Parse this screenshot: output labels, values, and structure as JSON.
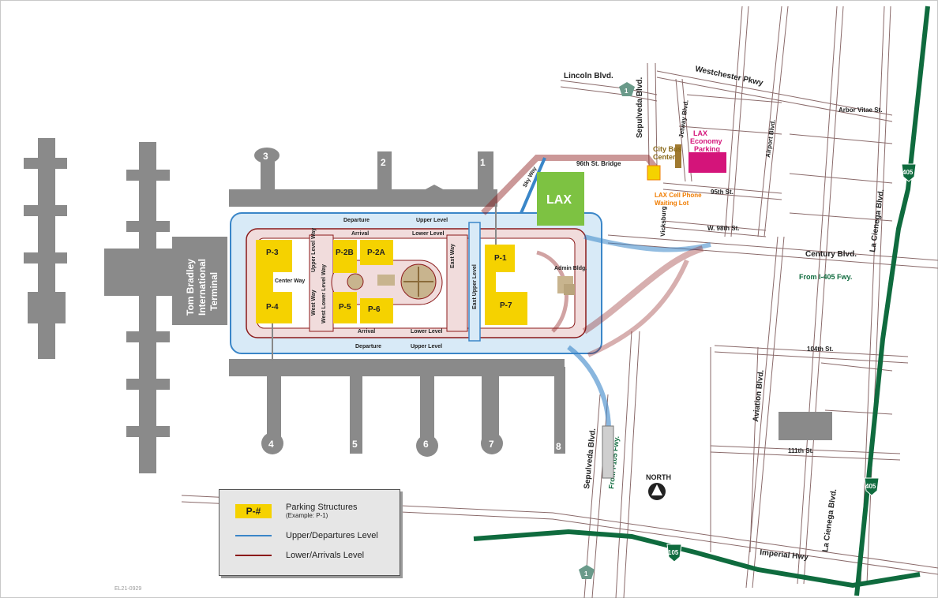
{
  "map": {
    "terminal": {
      "name": "Tom Bradley International Terminal"
    },
    "terminal_numbers": [
      "1",
      "2",
      "3",
      "4",
      "5",
      "6",
      "7",
      "8"
    ],
    "parking": [
      "P-1",
      "P-2A",
      "P-2B",
      "P-3",
      "P-4",
      "P-5",
      "P-6",
      "P-7"
    ],
    "internal_roads": {
      "departure_top": "Departure",
      "upper_level_top": "Upper Level",
      "arrival_top": "Arrival",
      "lower_level_top": "Lower Level",
      "arrival_bottom": "Arrival",
      "lower_level_bottom": "Lower Level",
      "departure_bottom": "Departure",
      "upper_level_bottom": "Upper Level",
      "center_way": "Center Way",
      "upper_level_way": "Upper Level Way",
      "west_lower_level_way": "West Lower Level Way",
      "west_way": "West Way",
      "east_way": "East Way",
      "east_upper_level": "East Upper Level",
      "sky_way": "Sky Way",
      "admin_bldg": "Admin Bldg."
    },
    "streets": {
      "lincoln": "Lincoln Blvd.",
      "sepulveda_top": "Sepulveda Blvd.",
      "westchester": "Westchester Pkwy",
      "arbor_vitae": "Arbor Vitae St.",
      "jetway": "Jetway Blvd.",
      "airport_blvd": "Airport Blvd.",
      "bridge_96": "96th St. Bridge",
      "st_95": "95th St.",
      "w98": "W. 98th St.",
      "vicksburg": "Vicksburg",
      "century": "Century Blvd.",
      "la_cienega_top": "La Cienega Blvd.",
      "st_104": "104th St.",
      "aviation": "Aviation Blvd.",
      "st_111": "111th St.",
      "la_cienega_bottom": "La Cienega Blvd.",
      "imperial": "Imperial Hwy",
      "sepulveda_bottom": "Sepulveda Blvd."
    },
    "places": {
      "city_bus": "City Bus Center",
      "economy": "LAX Economy Parking",
      "cell_lot": "LAX Cell Phone Waiting Lot",
      "lax_logo": "LAX"
    },
    "directions": {
      "from_405": "From I-405 Fwy.",
      "from_105": "From I-105 Fwy.",
      "north": "NORTH"
    },
    "shields": {
      "sr1": "1",
      "i405": "405",
      "i105": "105"
    },
    "code": "EL21-0929"
  },
  "legend": {
    "parking_swatch": "P-#",
    "parking_label": "Parking Structures",
    "parking_example": "(Example: P-1)",
    "upper_label": "Upper/Departures Level",
    "lower_label": "Lower/Arrivals Level"
  },
  "colors": {
    "parking": "#f5d200",
    "upper_road": "#3a86c8",
    "lower_road": "#8b1a1a",
    "terminal_gray": "#8a8a8a",
    "freeway": "#0f6b3e",
    "economy": "#d4147a",
    "cell_lot": "#f07c00",
    "lax_green": "#7dc242"
  }
}
